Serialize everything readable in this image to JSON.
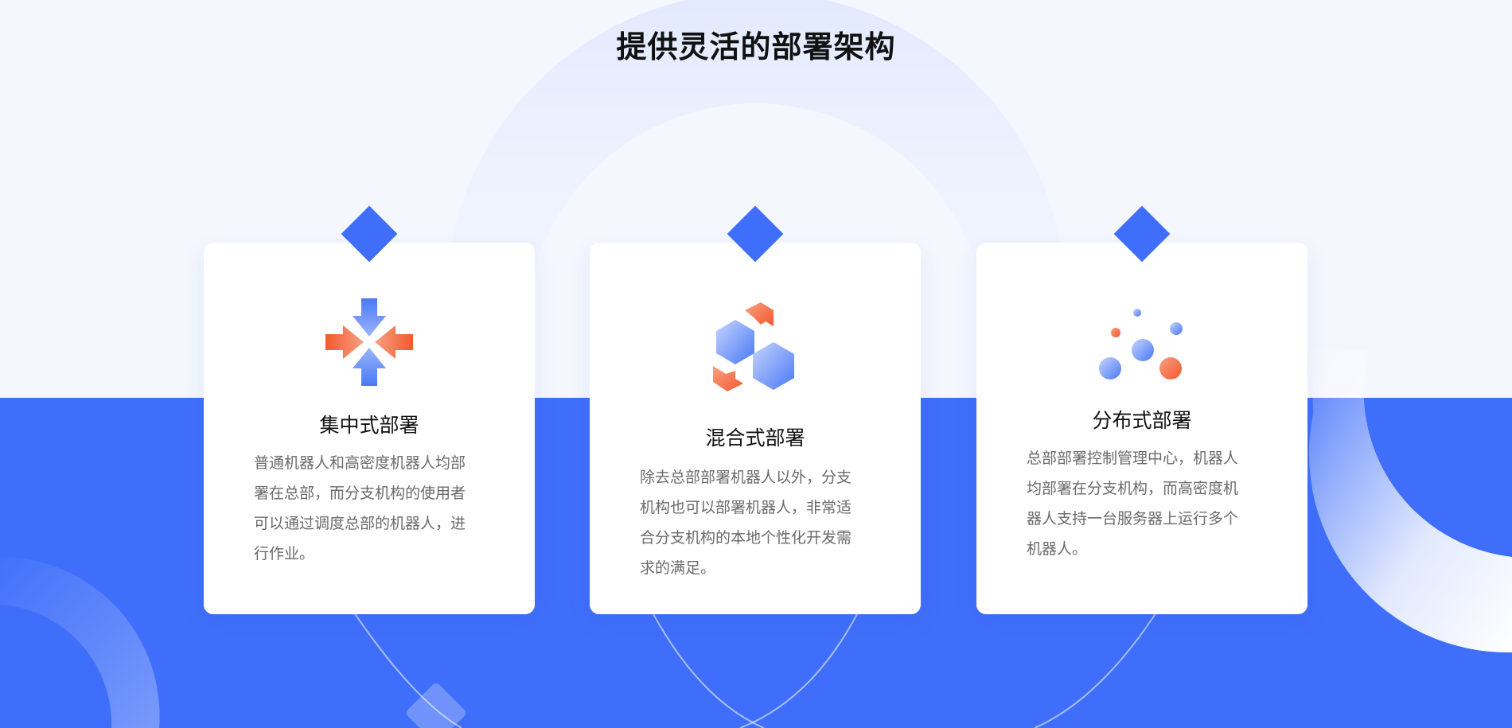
{
  "section": {
    "title": "提供灵活的部署架构"
  },
  "colors": {
    "primary": "#3f6ffa",
    "accent": "#f4582f",
    "background": "#f4f7fe"
  },
  "cards": [
    {
      "icon": "centralized-arrows-icon",
      "title": "集中式部署",
      "desc_lines": [
        "普通机器人和高密度机器人均部",
        "署在总部，而分支机构的使用者",
        "可以通过调度总部的机器人，进",
        "行作业。"
      ]
    },
    {
      "icon": "hybrid-hexagons-icon",
      "title": "混合式部署",
      "desc_lines": [
        "除去总部部署机器人以外，分支",
        "机构也可以部署机器人，非常适",
        "合分支机构的本地个性化开发需",
        "求的满足。"
      ]
    },
    {
      "icon": "distributed-dots-icon",
      "title": "分布式部署",
      "desc_lines": [
        "总部部署控制管理中心，机器人",
        "均部署在分支机构，而高密度机",
        "器人支持一台服务器上运行多个",
        "机器人。"
      ]
    }
  ]
}
